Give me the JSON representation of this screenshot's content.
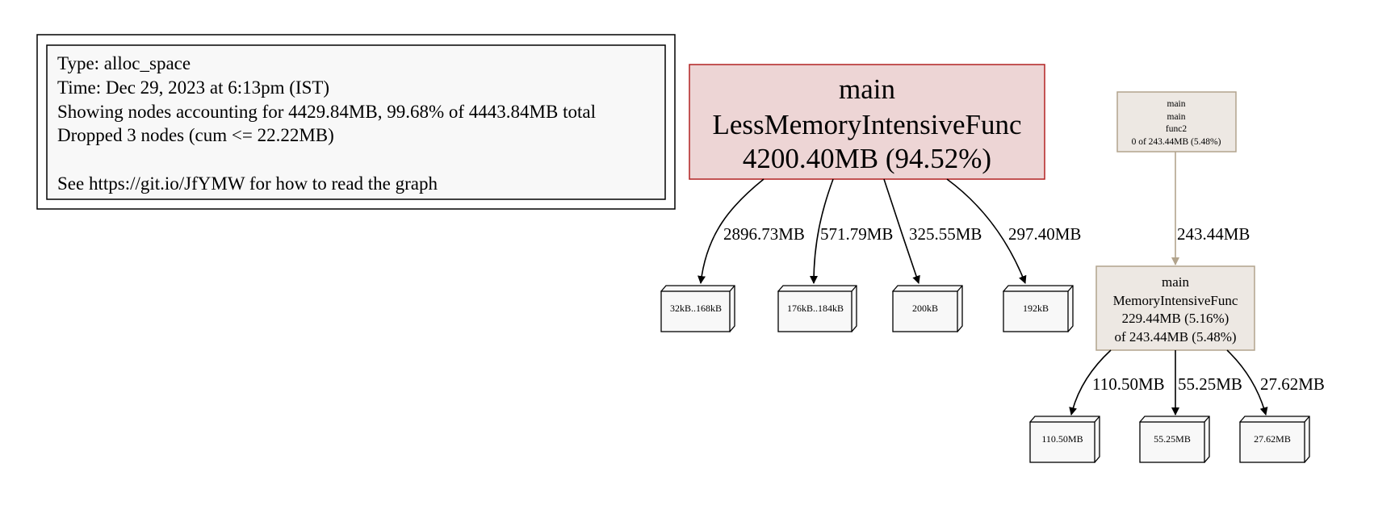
{
  "legend": {
    "lines": [
      "Type: alloc_space",
      "Time: Dec 29, 2023 at 6:13pm (IST)",
      "Showing nodes accounting for 4429.84MB, 99.68% of 4443.84MB total",
      "Dropped 3 nodes (cum <= 22.22MB)",
      "See https://git.io/JfYMW for how to read the graph"
    ]
  },
  "nodes": {
    "less_func": {
      "lines": [
        "main",
        "LessMemoryIntensiveFunc",
        "4200.40MB (94.52%)"
      ]
    },
    "func2": {
      "lines": [
        "main",
        "main",
        "func2",
        "0 of 243.44MB (5.48%)"
      ]
    },
    "mem_func": {
      "lines": [
        "main",
        "MemoryIntensiveFunc",
        "229.44MB (5.16%)",
        "of 243.44MB (5.48%)"
      ]
    },
    "boxes": [
      {
        "label": "32kB..168kB"
      },
      {
        "label": "176kB..184kB"
      },
      {
        "label": "200kB"
      },
      {
        "label": "192kB"
      },
      {
        "label": "110.50MB"
      },
      {
        "label": "55.25MB"
      },
      {
        "label": "27.62MB"
      }
    ]
  },
  "edges": [
    {
      "label": "2896.73MB"
    },
    {
      "label": "571.79MB"
    },
    {
      "label": "325.55MB"
    },
    {
      "label": "297.40MB"
    },
    {
      "label": "243.44MB"
    },
    {
      "label": "110.50MB"
    },
    {
      "label": "55.25MB"
    },
    {
      "label": "27.62MB"
    }
  ],
  "colors": {
    "main_fill": "#edd5d5",
    "main_border": "#b22222",
    "func_fill": "#ede8e3",
    "func_border": "#b2a48d",
    "func_edge": "#b2a48d",
    "box_fill": "#f8f8f8"
  }
}
